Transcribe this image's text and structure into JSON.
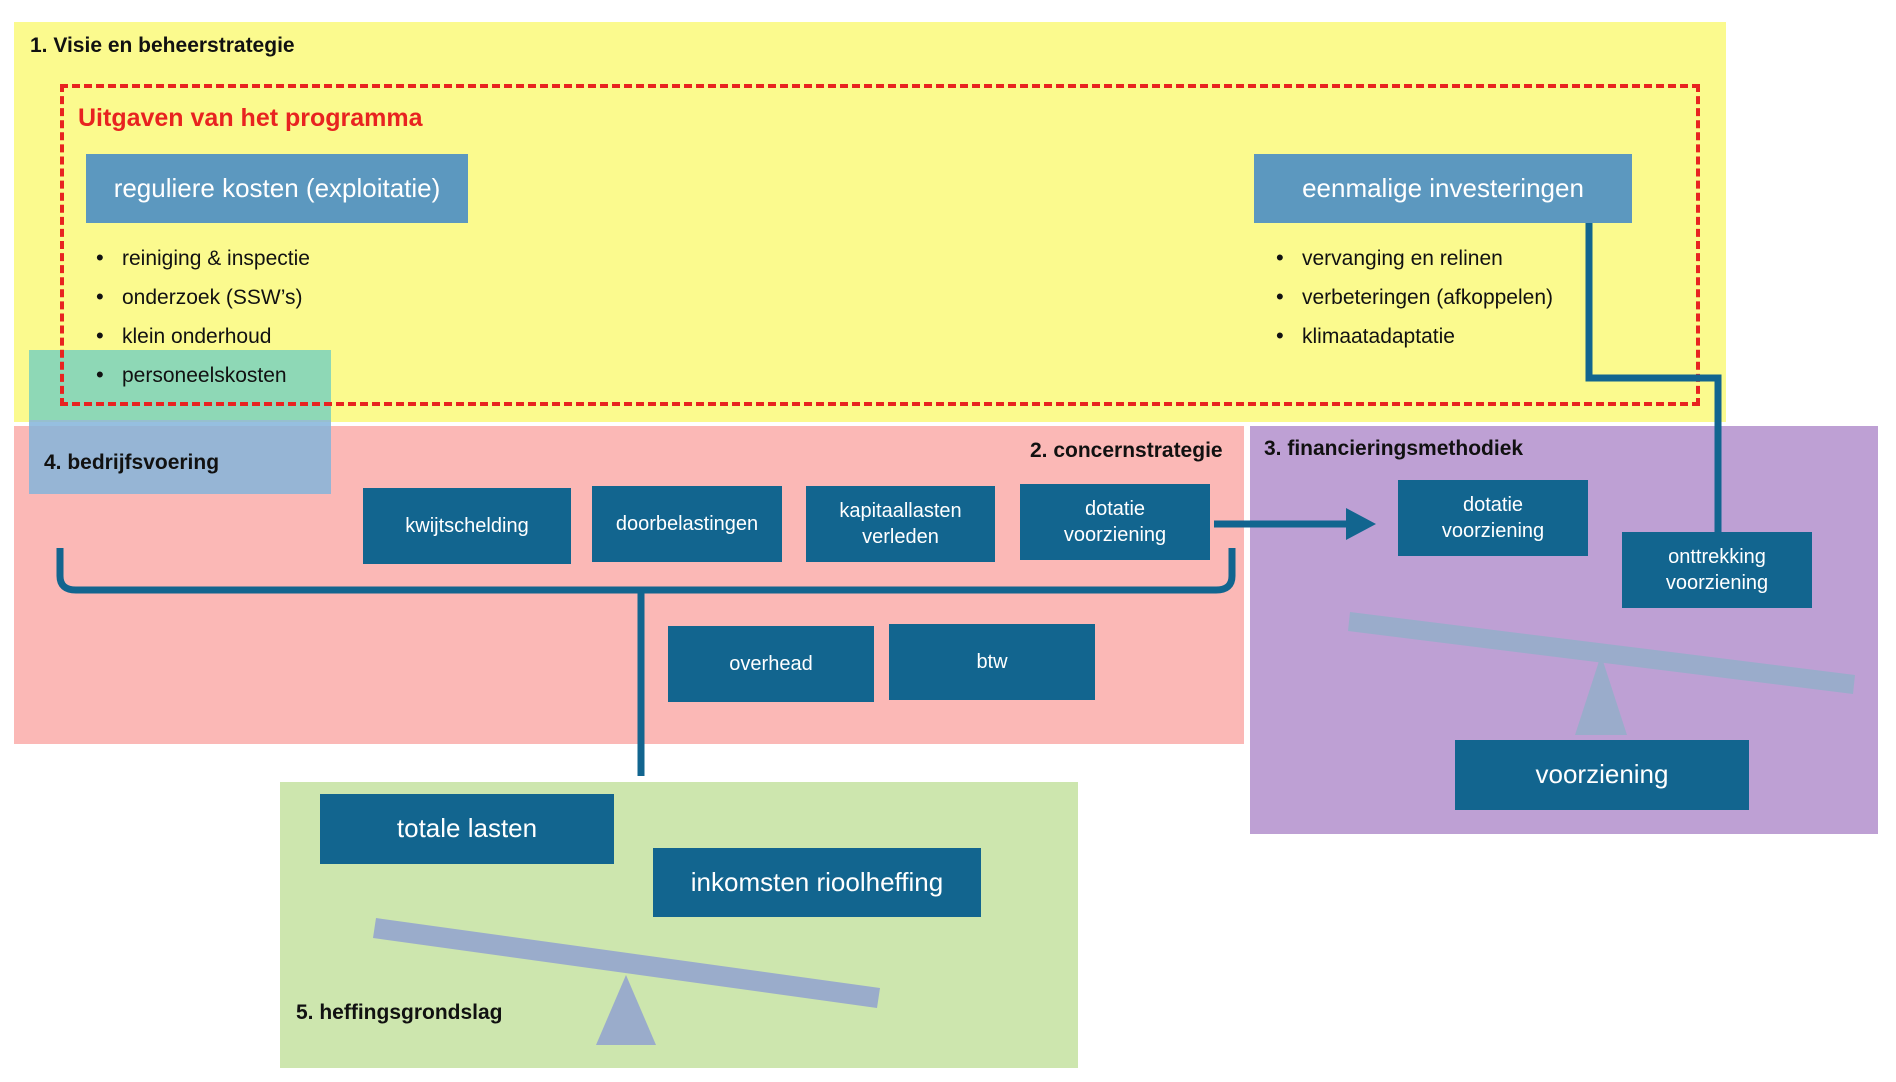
{
  "zones": {
    "visie": {
      "title": "1. Visie en beheerstrategie",
      "color": "#fbfa8e"
    },
    "concern": {
      "title": "2. concernstrategie",
      "color": "#fbb8b6"
    },
    "financiering": {
      "title": "3. financieringsmethodiek",
      "color": "#bea0d4"
    },
    "bedrijfsvoering": {
      "title": "4. bedrijfsvoering",
      "color": "#84b4db"
    },
    "heffing": {
      "title": "5. heffingsgrondslag",
      "color": "#cde6ae"
    }
  },
  "programma": {
    "title": "Uitgaven van het programma",
    "color": "#e82320"
  },
  "regulier": {
    "label": "reguliere kosten (exploitatie)",
    "items": [
      "reiniging & inspectie",
      "onderzoek (SSW’s)",
      "klein onderhoud",
      "personeelskosten"
    ]
  },
  "eenmalig": {
    "label": "eenmalige investeringen",
    "items": [
      "vervanging en relinen",
      "verbeteringen (afkoppelen)",
      "klimaatadaptatie"
    ]
  },
  "concern_boxes": {
    "kwijtschelding": "kwijtschelding",
    "doorbelastingen": "doorbelastingen",
    "kapitaallasten": "kapitaallasten verleden",
    "dotatie": "dotatie voorziening",
    "overhead": "overhead",
    "btw": "btw"
  },
  "financiering_boxes": {
    "dotatie": "dotatie voorziening",
    "onttrekking": "onttrekking voorziening",
    "voorziening": "voorziening"
  },
  "heffing_boxes": {
    "totale_lasten": "totale lasten",
    "inkomsten": "inkomsten rioolheffing"
  },
  "colors": {
    "box": "#12658f",
    "box_light": "#5c98bf",
    "connector": "#12658f",
    "balance": "#9aaccb"
  }
}
